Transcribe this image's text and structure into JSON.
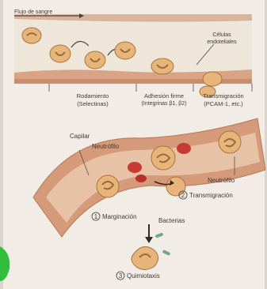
{
  "top_panel": {
    "flow_label": "Flujo de sangre",
    "endothelial_label_line1": "Células",
    "endothelial_label_line2": "endoteliales",
    "stages": [
      {
        "label": "Rodamiento",
        "sub": "(Selectinas)"
      },
      {
        "label": "Adhesión firme",
        "sub": "(Integrinas β1, β2)"
      },
      {
        "label": "Transmigración",
        "sub": "(PCAM-1, etc.)"
      }
    ]
  },
  "bottom_panel": {
    "capillary_label": "Capilar",
    "neutrophil_label_left": "Neutrófilo",
    "neutrophil_label_right": "Neutrófilo",
    "step_transmigration": {
      "number": "2",
      "label": "Transmigración"
    },
    "step_margination": {
      "number": "1",
      "label": "Marginación"
    },
    "bacteria_label": "Bacterias",
    "step_chemotaxis": {
      "number": "3",
      "label": "Quimiotaxis"
    }
  },
  "colors": {
    "vessel_wall": "#c98c6c",
    "neutrophil": "#e7b47a",
    "red_cell": "#c83a32",
    "bacteria": "#6fa88a"
  }
}
